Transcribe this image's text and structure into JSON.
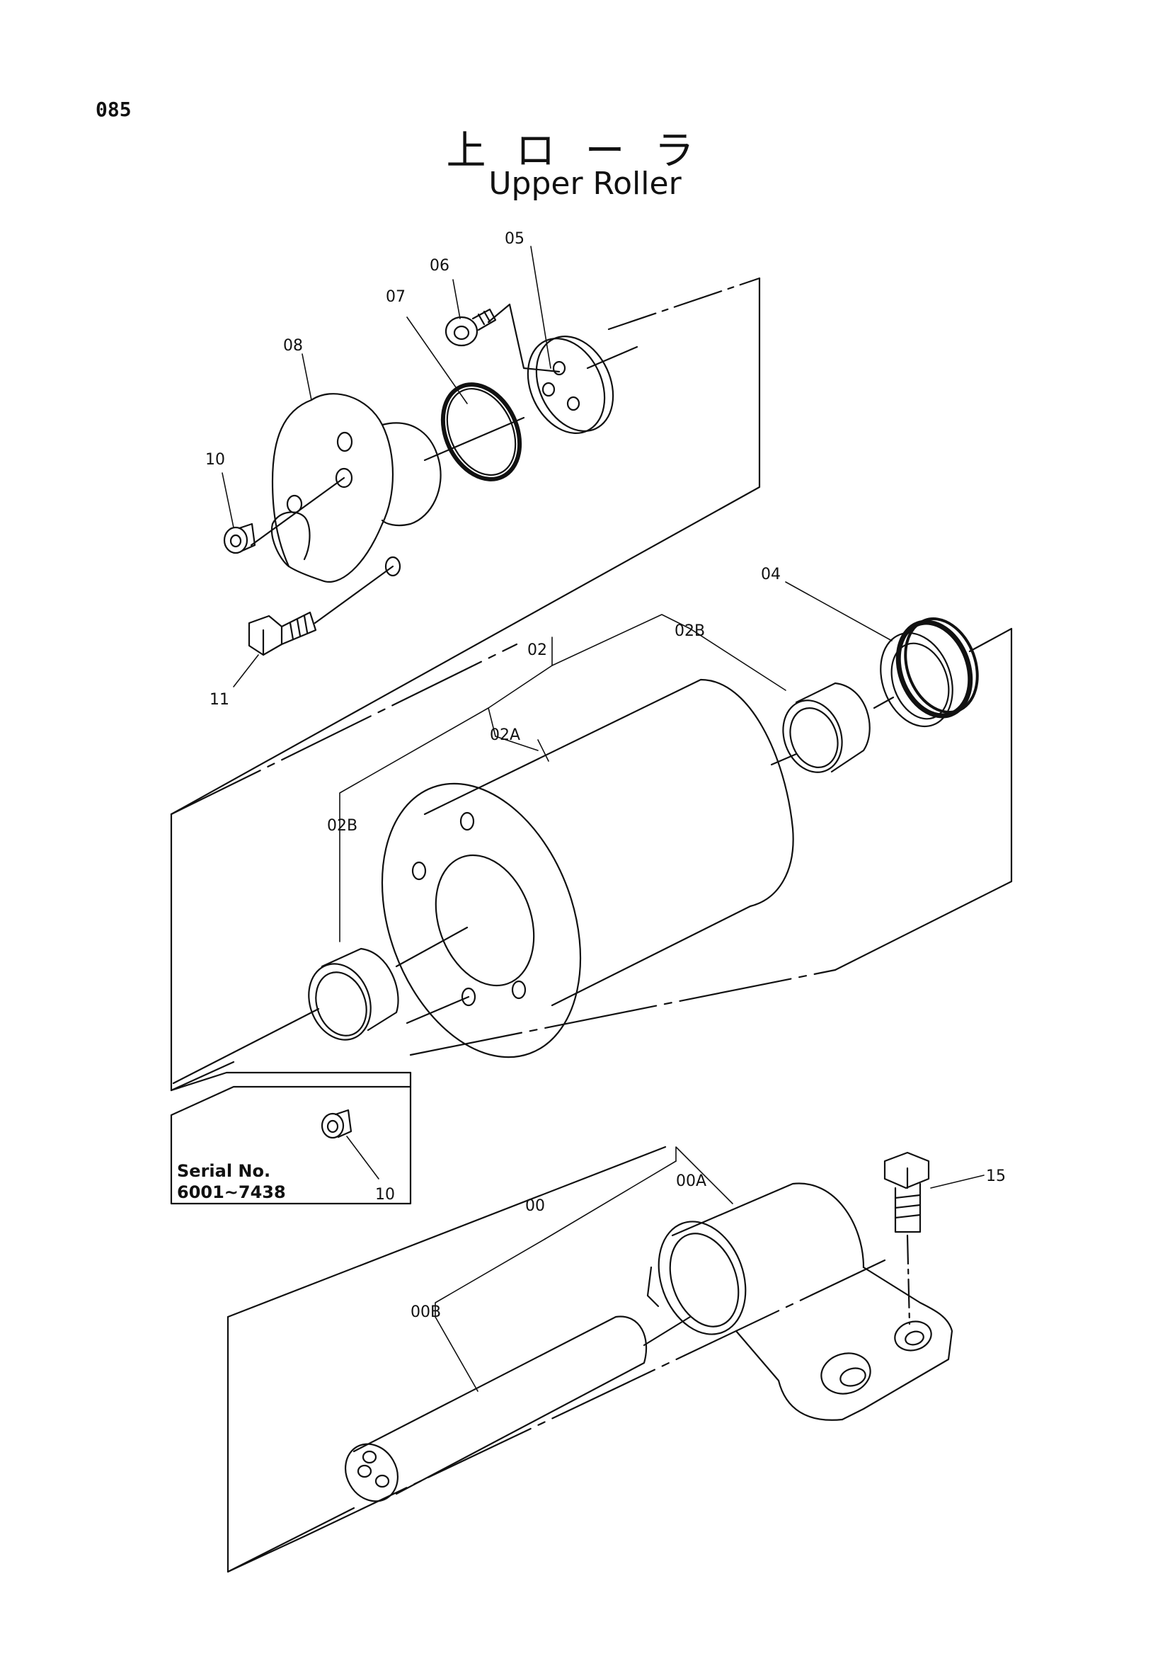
{
  "page_number": "085",
  "title_jp": "上ローラ",
  "title_en": "Upper Roller",
  "callouts": {
    "c05": "05",
    "c06": "06",
    "c07": "07",
    "c08": "08",
    "c10a": "10",
    "c11": "11",
    "c04": "04",
    "c02": "02",
    "c02B_right": "02B",
    "c02A": "02A",
    "c02B_left": "02B",
    "c10b": "10",
    "c00": "00",
    "c00A": "00A",
    "c00B": "00B",
    "c15": "15"
  },
  "serial_note": {
    "line1": "Serial No.",
    "line2": "6001~7438"
  }
}
